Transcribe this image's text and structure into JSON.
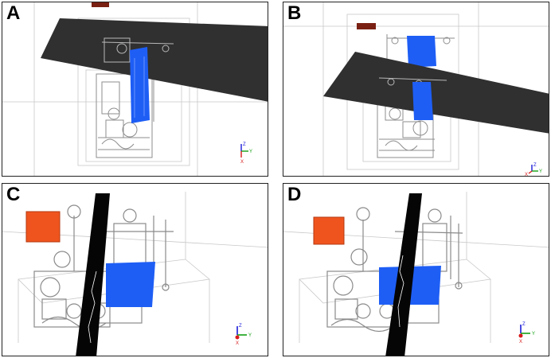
{
  "panels": [
    {
      "label": "A"
    },
    {
      "label": "B"
    },
    {
      "label": "C"
    },
    {
      "label": "D"
    }
  ],
  "axes": {
    "z": "Z",
    "y": "Y",
    "x": "X"
  },
  "colors": {
    "blue_plate": "#1e5ef5",
    "dark_sheet": "#303030",
    "orange_box": "#f0541e",
    "dark_red_box": "#7a2012",
    "wire": "#9a9a9a",
    "axis_z": "#1a1ad8",
    "axis_y": "#14a014",
    "axis_x": "#d81a1a"
  }
}
